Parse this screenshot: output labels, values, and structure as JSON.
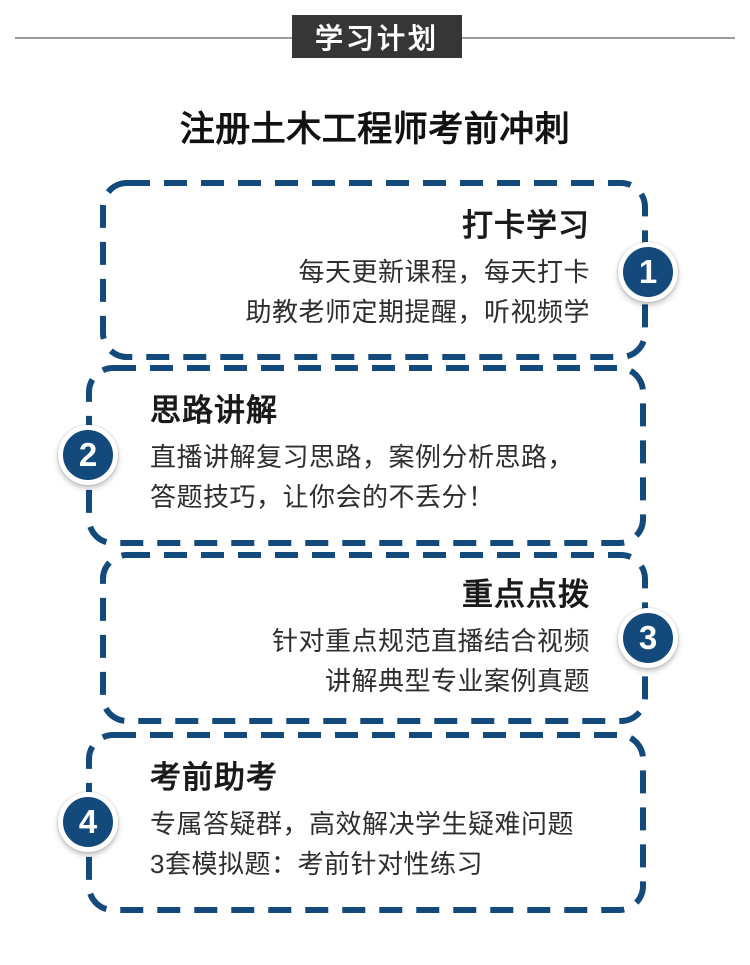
{
  "banner": {
    "label": "学习计划"
  },
  "title": {
    "text": "注册土木工程师考前冲刺"
  },
  "theme": {
    "navy": "#13497B",
    "ribbon_bg": "#363636",
    "ribbon_text": "#FFFFFF",
    "line_gray": "#9D9D9D",
    "heading_text": "#1A1A1A",
    "body_text": "#2E2E2E"
  },
  "steps": [
    {
      "number": "1",
      "heading": "打卡学习",
      "lines": [
        "每天更新课程，每天打卡",
        "助教老师定期提醒，听视频学"
      ],
      "align": "right"
    },
    {
      "number": "2",
      "heading": "思路讲解",
      "lines": [
        "直播讲解复习思路，案例分析思路，",
        "答题技巧，让你会的不丢分！"
      ],
      "align": "left"
    },
    {
      "number": "3",
      "heading": "重点点拨",
      "lines": [
        "针对重点规范直播结合视频",
        "讲解典型专业案例真题"
      ],
      "align": "right"
    },
    {
      "number": "4",
      "heading": "考前助考",
      "lines": [
        "专属答疑群，高效解决学生疑难问题",
        "3套模拟题：考前针对性练习"
      ],
      "align": "left"
    }
  ]
}
